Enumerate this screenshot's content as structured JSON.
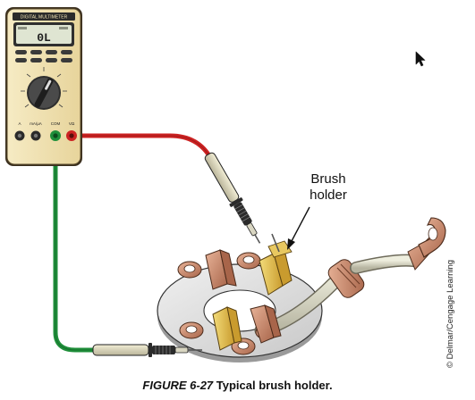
{
  "callout": {
    "line1": "Brush",
    "line2": "holder"
  },
  "caption": {
    "figure": "FIGURE 6-27",
    "text": "Typical brush holder."
  },
  "credit": "© Delmar/Cengage Learning",
  "meter": {
    "brand": "DIGITAL MULTIMETER",
    "display": "0L",
    "jacks": [
      "A",
      "mA/µA",
      "COM",
      "VΩ"
    ]
  },
  "colors": {
    "meter_body": "#f1e3b5",
    "red_lead": "#cc2222",
    "green_lead": "#1f8f3a",
    "copper": "#c98a6a",
    "brass": "#e4c24a"
  },
  "icons": [
    "mouse-pointer-icon"
  ]
}
